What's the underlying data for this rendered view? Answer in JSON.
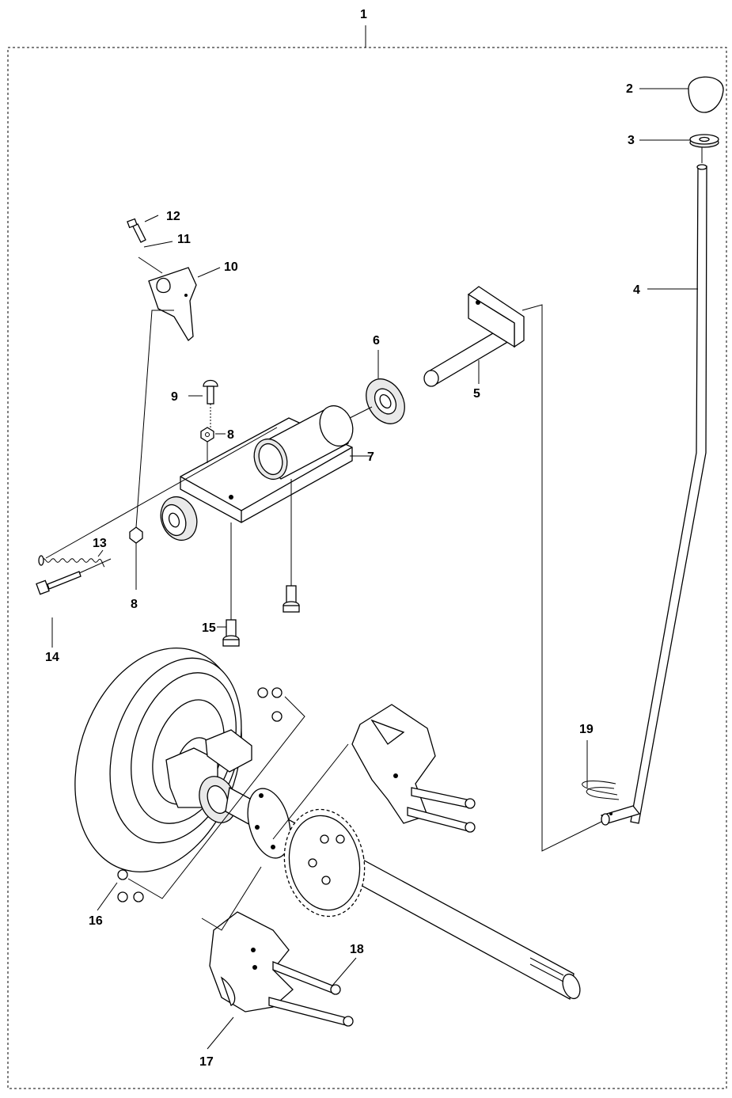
{
  "diagram": {
    "assembly_label": "1",
    "parts": [
      {
        "id": "p1",
        "label": "1"
      },
      {
        "id": "p2",
        "label": "2"
      },
      {
        "id": "p3",
        "label": "3"
      },
      {
        "id": "p4",
        "label": "4"
      },
      {
        "id": "p5",
        "label": "5"
      },
      {
        "id": "p6",
        "label": "6"
      },
      {
        "id": "p7",
        "label": "7"
      },
      {
        "id": "p8a",
        "label": "8"
      },
      {
        "id": "p8b",
        "label": "8"
      },
      {
        "id": "p9",
        "label": "9"
      },
      {
        "id": "p10",
        "label": "10"
      },
      {
        "id": "p11",
        "label": "11"
      },
      {
        "id": "p12",
        "label": "12"
      },
      {
        "id": "p13",
        "label": "13"
      },
      {
        "id": "p14",
        "label": "14"
      },
      {
        "id": "p15",
        "label": "15"
      },
      {
        "id": "p16",
        "label": "16"
      },
      {
        "id": "p17",
        "label": "17"
      },
      {
        "id": "p18",
        "label": "18"
      },
      {
        "id": "p19",
        "label": "19"
      }
    ]
  }
}
